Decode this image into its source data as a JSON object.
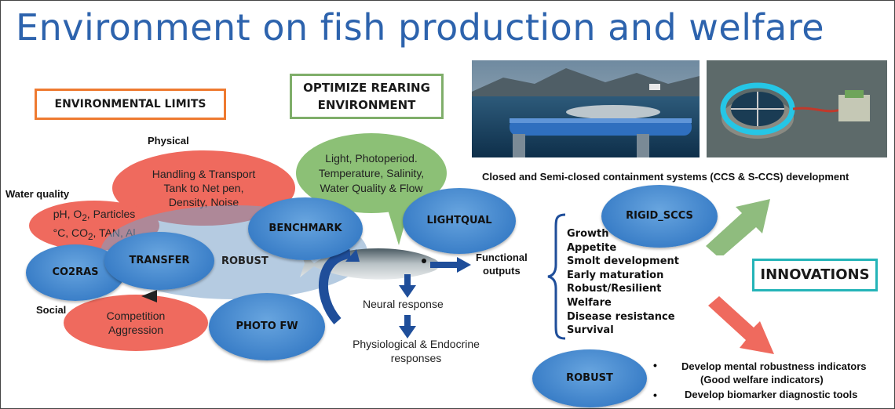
{
  "title": "Environment on fish production and welfare",
  "boxes": {
    "environmental_limits": "ENVIRONMENTAL LIMITS",
    "optimize_line1": "OPTIMIZE REARING",
    "optimize_line2": "ENVIRONMENT",
    "innovations": "INNOVATIONS"
  },
  "labels": {
    "physical": "Physical",
    "water_quality": "Water quality",
    "social": "Social",
    "functional_line1": "Functional",
    "functional_line2": "outputs",
    "neural": "Neural response",
    "physio_line1": "Physiological & Endocrine",
    "physio_line2": "responses",
    "ccs_caption": "Closed and Semi-closed containment systems (CCS & S-CCS) development"
  },
  "red_ovals": {
    "handling_line1": "Handling & Transport",
    "handling_line2": "Tank to Net pen,",
    "handling_line3": "Density, Noise",
    "ph_p1": "pH, O",
    "ph_sub1": "2",
    "ph_p2": ", Particles",
    "ph_p3": "°C, CO",
    "ph_sub2": "2",
    "ph_p4": ", TAN, Al",
    "comp_line1": "Competition",
    "comp_line2": "Aggression"
  },
  "green_bubble": {
    "line1": "Light, Photoperiod.",
    "line2": "Temperature, Salinity,",
    "line3": "Water Quality & Flow"
  },
  "projects": {
    "co2ras": "CO2RAS",
    "transfer": "TRANSFER",
    "robust_overlay": "ROBUST",
    "benchmark": "BENCHMARK",
    "lightqual": "LIGHTQUAL",
    "photo_fw": "PHOTO FW",
    "rigid_sccs": "RIGID_SCCS",
    "robust": "ROBUST"
  },
  "outputs": [
    "Growth",
    "Appetite",
    "Smolt development",
    "Early maturation",
    "Robust/Resilient",
    "Welfare",
    "Disease resistance",
    "Survival"
  ],
  "innovations_bullets": {
    "bullet": "•",
    "item1_line1": "Develop mental robustness indicators",
    "item1_line2": "(Good welfare indicators)",
    "item2": "Develop biomarker diagnostic tools"
  },
  "colors": {
    "title": "#2d63ad",
    "red_oval": "#ef6a5e",
    "blue_oval": "#3b7fc8",
    "green_bubble": "#8cc076",
    "green_arrow": "#8fbc7e",
    "red_arrow": "#ef6a5e",
    "orange_box": "#ee7a30",
    "green_box": "#7fae6a",
    "teal_box": "#24b4b8",
    "dark_blue_arrow": "#1f4e9a"
  }
}
